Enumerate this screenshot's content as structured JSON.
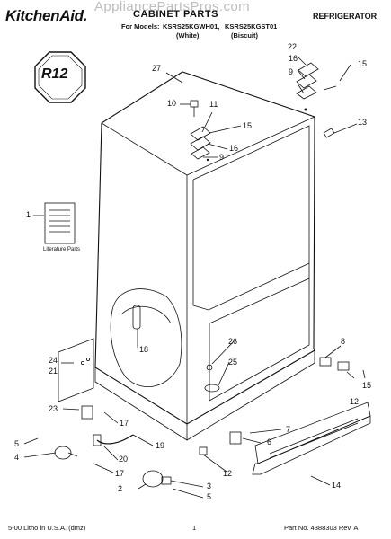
{
  "header": {
    "brand": "KitchenAid.",
    "watermark": "AppliancePartsPros.com",
    "title": "CABINET PARTS",
    "category": "REFRIGERATOR",
    "models_label": "For Models:",
    "model_a": "KSRS25KGWH01,",
    "model_b": "KSRS25KGST01",
    "color_a": "(White)",
    "color_b": "(Biscuit)"
  },
  "badge": {
    "text": "R12"
  },
  "literature": {
    "label": "Literature Parts"
  },
  "callouts": [
    "1",
    "2",
    "3",
    "4",
    "5",
    "5",
    "6",
    "7",
    "8",
    "9",
    "9",
    "10",
    "11",
    "12",
    "12",
    "13",
    "14",
    "15",
    "15",
    "15",
    "16",
    "16",
    "17",
    "17",
    "18",
    "19",
    "20",
    "21",
    "22",
    "23",
    "24",
    "25",
    "26",
    "27"
  ],
  "footer": {
    "left": "5-00 Litho in U.S.A. (dmz)",
    "center": "1",
    "right": "Part No. 4388303 Rev. A"
  }
}
